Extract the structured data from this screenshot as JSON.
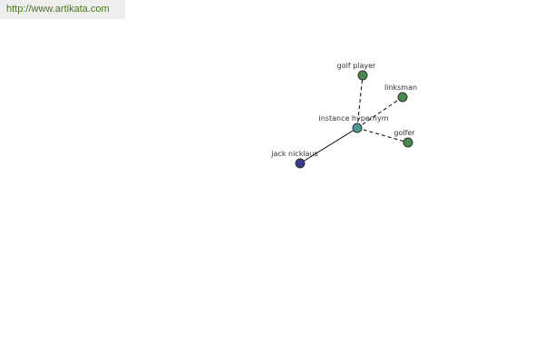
{
  "banner": {
    "url_text": "http://www.artikata.com"
  },
  "graph": {
    "center": {
      "label": "instance hypernym",
      "color": "#4a9a9a"
    },
    "nodes": [
      {
        "id": "jack-nicklaus",
        "label": "jack nicklaus",
        "color": "#3a3a8a",
        "edge": "solid"
      },
      {
        "id": "golf-player",
        "label": "golf player",
        "color": "#4a8a4a",
        "edge": "dashed"
      },
      {
        "id": "linksman",
        "label": "linksman",
        "color": "#4a8a4a",
        "edge": "dashed"
      },
      {
        "id": "golfer",
        "label": "golfer",
        "color": "#4a8a4a",
        "edge": "dashed"
      }
    ]
  }
}
